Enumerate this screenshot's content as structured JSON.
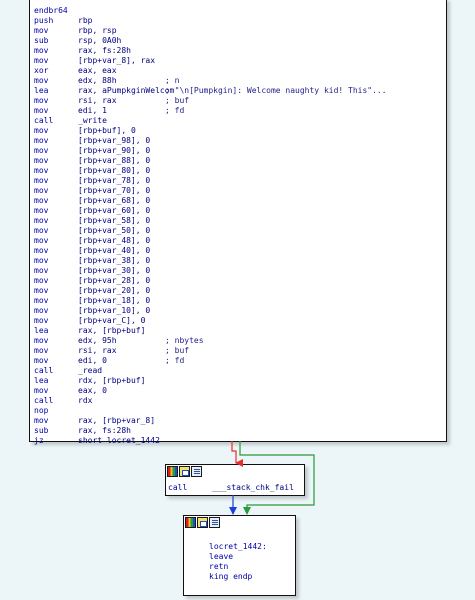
{
  "main_block": {
    "lines": [
      {
        "mnemonic": "endbr64",
        "operand": "",
        "comment": ""
      },
      {
        "mnemonic": "push",
        "operand": "rbp",
        "comment": ""
      },
      {
        "mnemonic": "mov",
        "operand": "rbp, rsp",
        "comment": ""
      },
      {
        "mnemonic": "sub",
        "operand": "rsp, 0A0h",
        "comment": ""
      },
      {
        "mnemonic": "mov",
        "operand": "rax, fs:28h",
        "comment": ""
      },
      {
        "mnemonic": "mov",
        "operand": "[rbp+var_8], rax",
        "comment": ""
      },
      {
        "mnemonic": "xor",
        "operand": "eax, eax",
        "comment": ""
      },
      {
        "mnemonic": "mov",
        "operand": "edx, 88h",
        "comment": "; n"
      },
      {
        "mnemonic": "lea",
        "operand": "rax, aPumpkginWelcom",
        "comment": "; \"\\n[Pumpkgin]: Welcome naughty kid! This\"..."
      },
      {
        "mnemonic": "mov",
        "operand": "rsi, rax",
        "comment": "; buf"
      },
      {
        "mnemonic": "mov",
        "operand": "edi, 1",
        "comment": "; fd"
      },
      {
        "mnemonic": "call",
        "operand": "_write",
        "comment": ""
      },
      {
        "mnemonic": "mov",
        "operand": "[rbp+buf], 0",
        "comment": ""
      },
      {
        "mnemonic": "mov",
        "operand": "[rbp+var_98], 0",
        "comment": ""
      },
      {
        "mnemonic": "mov",
        "operand": "[rbp+var_90], 0",
        "comment": ""
      },
      {
        "mnemonic": "mov",
        "operand": "[rbp+var_88], 0",
        "comment": ""
      },
      {
        "mnemonic": "mov",
        "operand": "[rbp+var_80], 0",
        "comment": ""
      },
      {
        "mnemonic": "mov",
        "operand": "[rbp+var_78], 0",
        "comment": ""
      },
      {
        "mnemonic": "mov",
        "operand": "[rbp+var_70], 0",
        "comment": ""
      },
      {
        "mnemonic": "mov",
        "operand": "[rbp+var_68], 0",
        "comment": ""
      },
      {
        "mnemonic": "mov",
        "operand": "[rbp+var_60], 0",
        "comment": ""
      },
      {
        "mnemonic": "mov",
        "operand": "[rbp+var_58], 0",
        "comment": ""
      },
      {
        "mnemonic": "mov",
        "operand": "[rbp+var_50], 0",
        "comment": ""
      },
      {
        "mnemonic": "mov",
        "operand": "[rbp+var_48], 0",
        "comment": ""
      },
      {
        "mnemonic": "mov",
        "operand": "[rbp+var_40], 0",
        "comment": ""
      },
      {
        "mnemonic": "mov",
        "operand": "[rbp+var_38], 0",
        "comment": ""
      },
      {
        "mnemonic": "mov",
        "operand": "[rbp+var_30], 0",
        "comment": ""
      },
      {
        "mnemonic": "mov",
        "operand": "[rbp+var_28], 0",
        "comment": ""
      },
      {
        "mnemonic": "mov",
        "operand": "[rbp+var_20], 0",
        "comment": ""
      },
      {
        "mnemonic": "mov",
        "operand": "[rbp+var_18], 0",
        "comment": ""
      },
      {
        "mnemonic": "mov",
        "operand": "[rbp+var_10], 0",
        "comment": ""
      },
      {
        "mnemonic": "mov",
        "operand": "[rbp+var_C], 0",
        "comment": ""
      },
      {
        "mnemonic": "lea",
        "operand": "rax, [rbp+buf]",
        "comment": ""
      },
      {
        "mnemonic": "mov",
        "operand": "edx, 95h",
        "comment": "; nbytes"
      },
      {
        "mnemonic": "mov",
        "operand": "rsi, rax",
        "comment": "; buf"
      },
      {
        "mnemonic": "mov",
        "operand": "edi, 0",
        "comment": "; fd"
      },
      {
        "mnemonic": "call",
        "operand": "_read",
        "comment": ""
      },
      {
        "mnemonic": "lea",
        "operand": "rdx, [rbp+buf]",
        "comment": ""
      },
      {
        "mnemonic": "mov",
        "operand": "eax, 0",
        "comment": ""
      },
      {
        "mnemonic": "call",
        "operand": "rdx",
        "comment": ""
      },
      {
        "mnemonic": "nop",
        "operand": "",
        "comment": ""
      },
      {
        "mnemonic": "mov",
        "operand": "rax, [rbp+var_8]",
        "comment": ""
      },
      {
        "mnemonic": "sub",
        "operand": "rax, fs:28h",
        "comment": ""
      },
      {
        "mnemonic": "jz",
        "operand": "short locret_1442",
        "comment": ""
      }
    ]
  },
  "call_block": {
    "mnemonic": "call",
    "operand": "___stack_chk_fail",
    "icons": [
      "color-icon",
      "graph-icon",
      "text-icon"
    ]
  },
  "leave_block": {
    "lines": [
      "locret_1442:",
      "leave",
      "retn",
      "king endp"
    ],
    "icons": [
      "color-icon",
      "graph-icon",
      "text-icon"
    ]
  },
  "edge_colors": {
    "false_branch": "#e8302a",
    "true_branch": "#2a9a3a",
    "unconditional": "#1a40d8"
  }
}
